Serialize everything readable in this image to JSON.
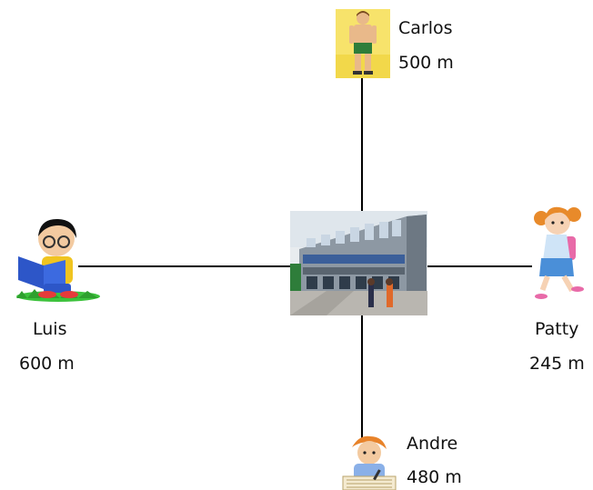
{
  "center": {
    "icon": "school-building-photo"
  },
  "people": {
    "north": {
      "name": "Carlos",
      "distance": "500 m",
      "icon": "boy-standing-icon"
    },
    "west": {
      "name": "Luis",
      "distance": "600 m",
      "icon": "boy-reading-icon"
    },
    "east": {
      "name": "Patty",
      "distance": "245 m",
      "icon": "girl-running-icon"
    },
    "south": {
      "name": "Andre",
      "distance": "480 m",
      "icon": "boy-writing-icon"
    }
  },
  "colors": {
    "line": "#000000",
    "text": "#111111"
  }
}
